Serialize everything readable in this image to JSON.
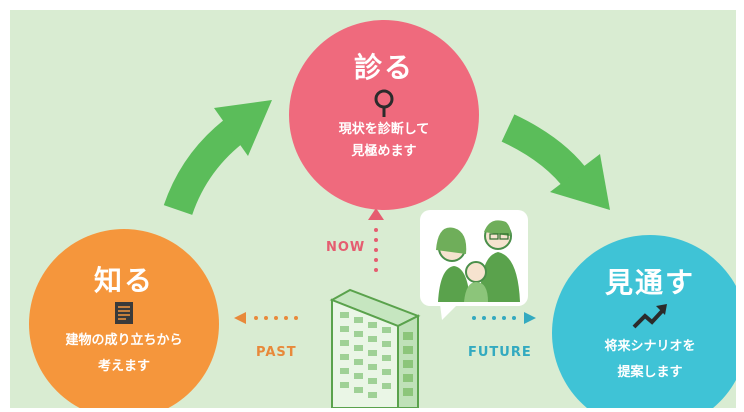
{
  "now": {
    "title": "診る",
    "description": [
      "現状を診断して",
      "見極めます"
    ],
    "label": "NOW",
    "icon": "magnifier-icon",
    "color": "#ef6a7d"
  },
  "past": {
    "title": "知る",
    "description": [
      "建物の成り立ちから",
      "考えます"
    ],
    "label": "PAST",
    "icon": "document-icon",
    "color": "#f5963c"
  },
  "future": {
    "title": "見通す",
    "description": [
      "将来シナリオを",
      "提案します"
    ],
    "label": "FUTURE",
    "icon": "trend-up-icon",
    "color": "#3fc3d6"
  },
  "colors": {
    "background": "#d9ecd2",
    "cycle_arrow": "#5bbd5a"
  },
  "illustrations": [
    "family-illustration",
    "building-illustration"
  ]
}
